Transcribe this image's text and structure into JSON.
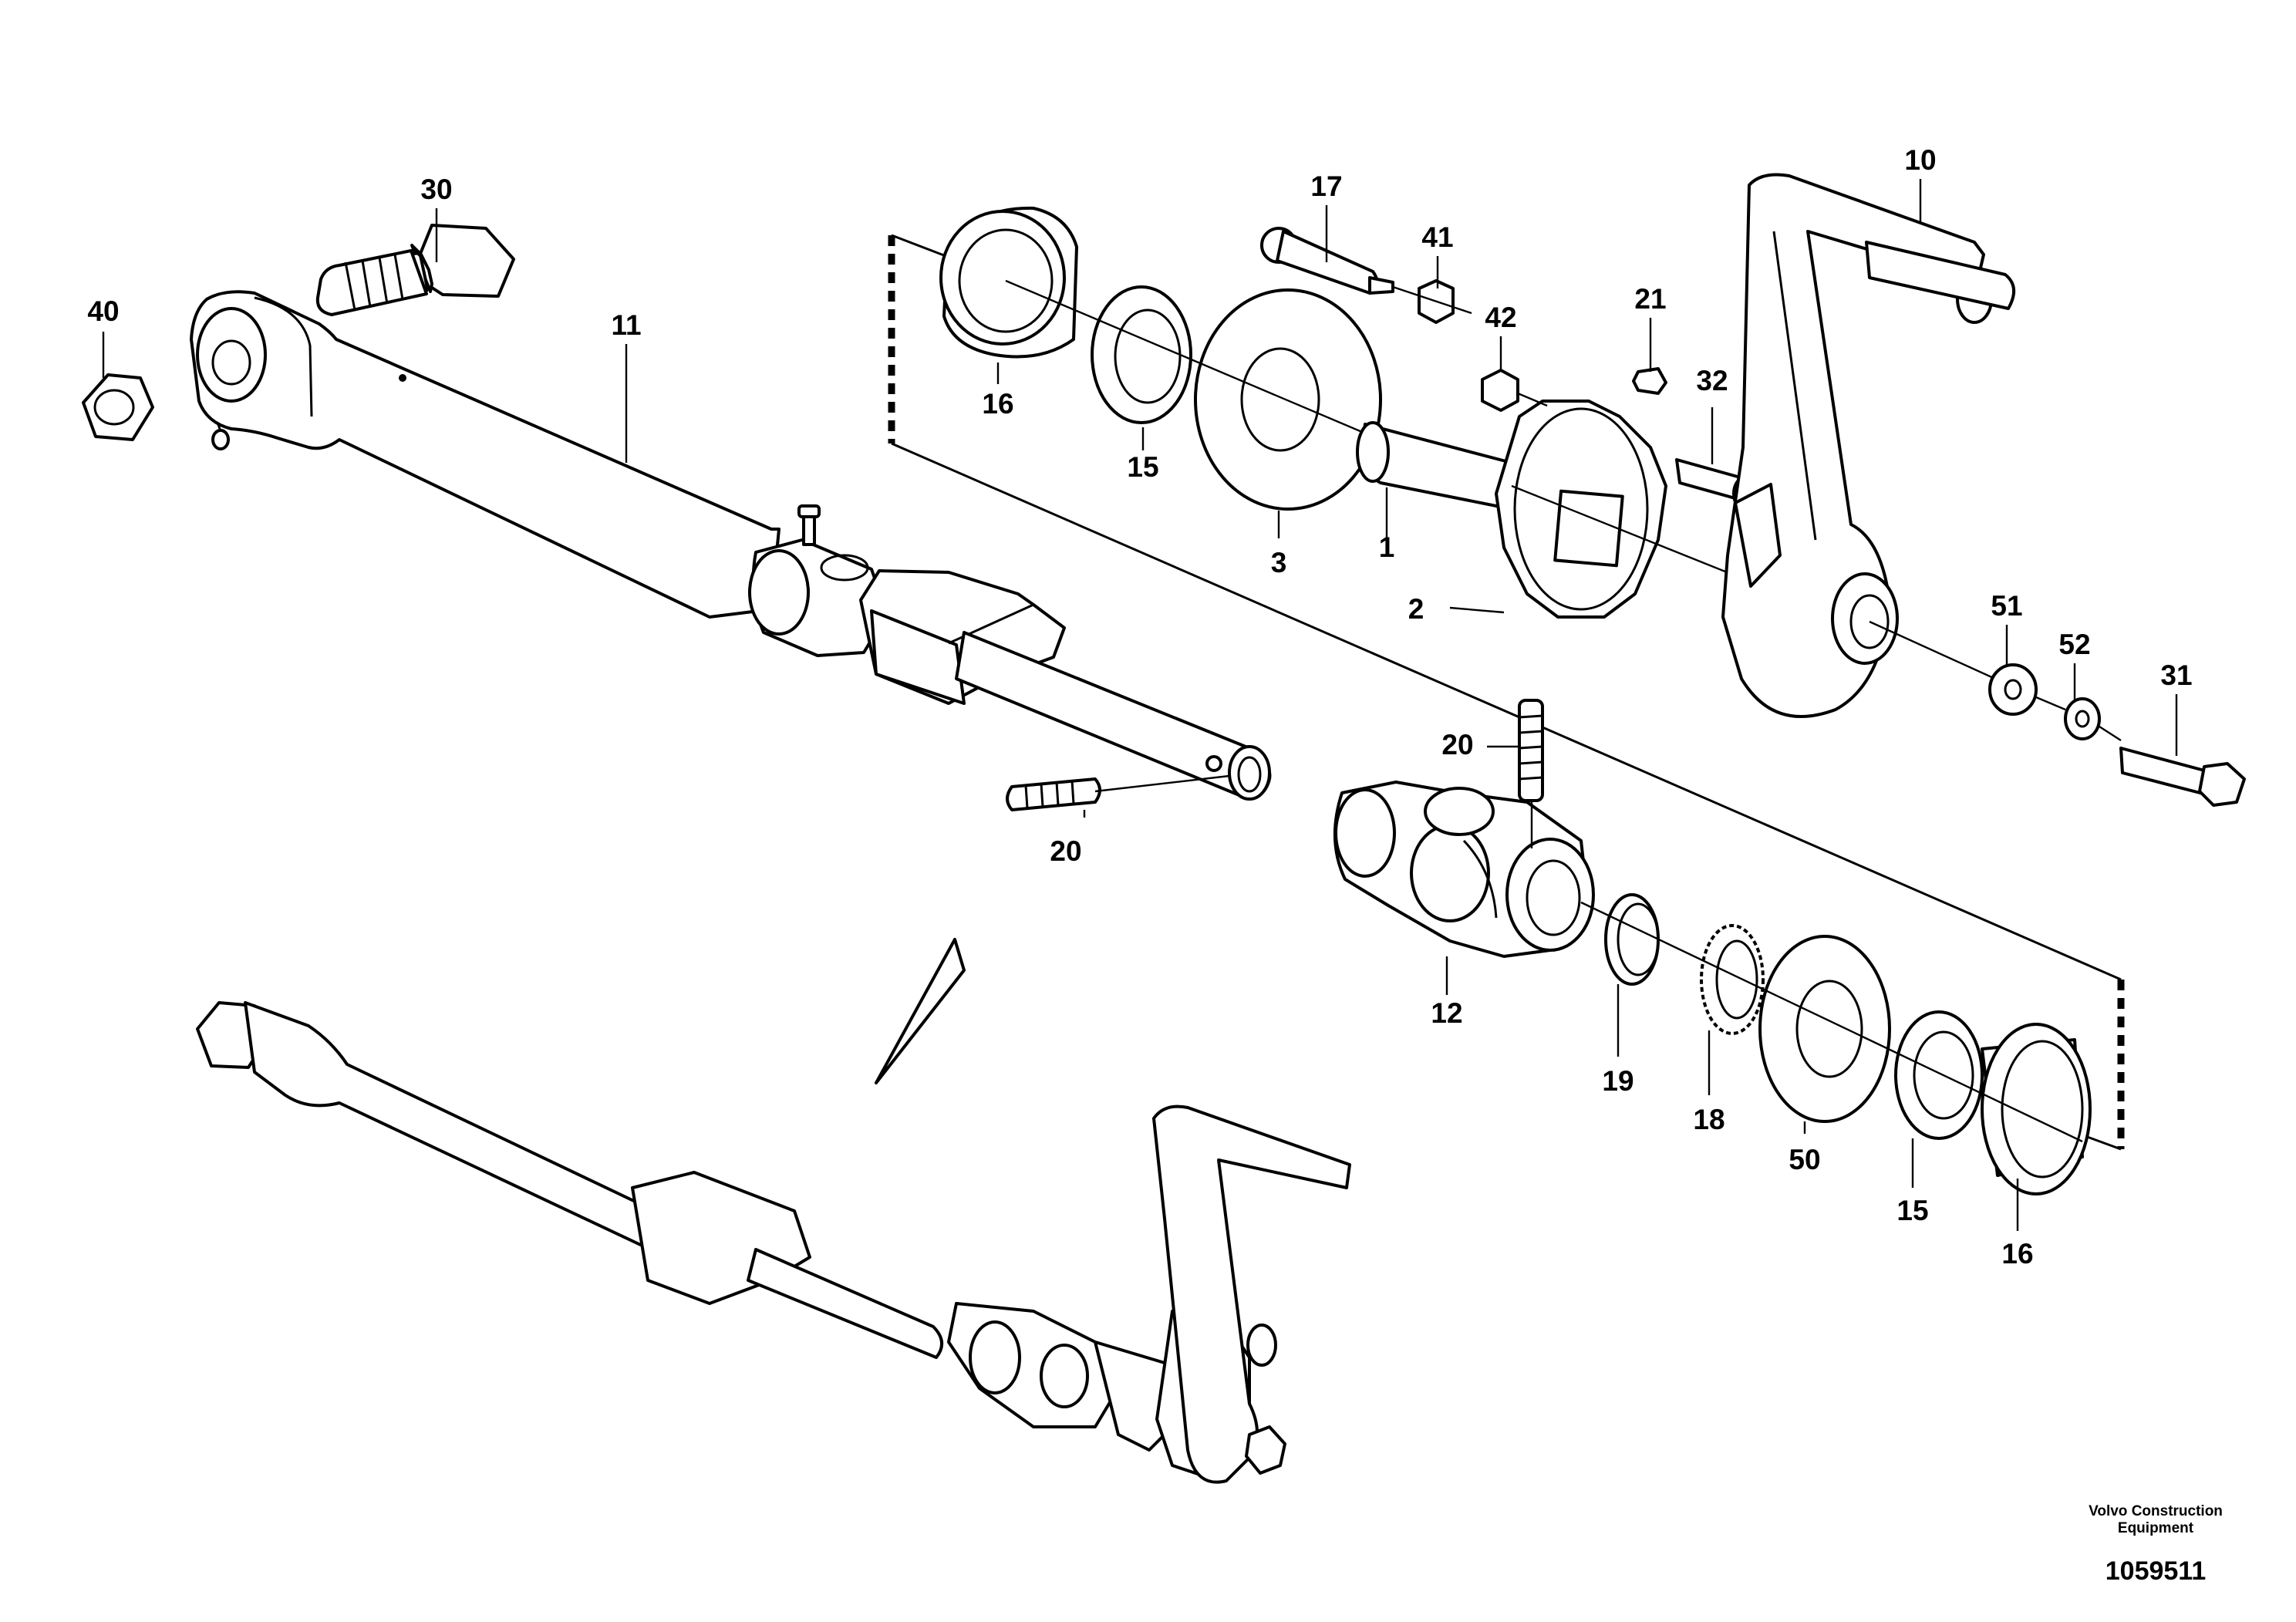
{
  "callouts": {
    "c1": "1",
    "c2": "2",
    "c3": "3",
    "c10": "10",
    "c11": "11",
    "c12": "12",
    "c15a": "15",
    "c15b": "15",
    "c16a": "16",
    "c16b": "16",
    "c17": "17",
    "c18": "18",
    "c19": "19",
    "c20a": "20",
    "c20b": "20",
    "c21": "21",
    "c30": "30",
    "c31": "31",
    "c32": "32",
    "c40": "40",
    "c41": "41",
    "c42": "42",
    "c50": "50",
    "c51": "51",
    "c52": "52"
  },
  "footer": {
    "brand_line1": "Volvo Construction",
    "brand_line2": "Equipment",
    "document_number": "1059511"
  }
}
